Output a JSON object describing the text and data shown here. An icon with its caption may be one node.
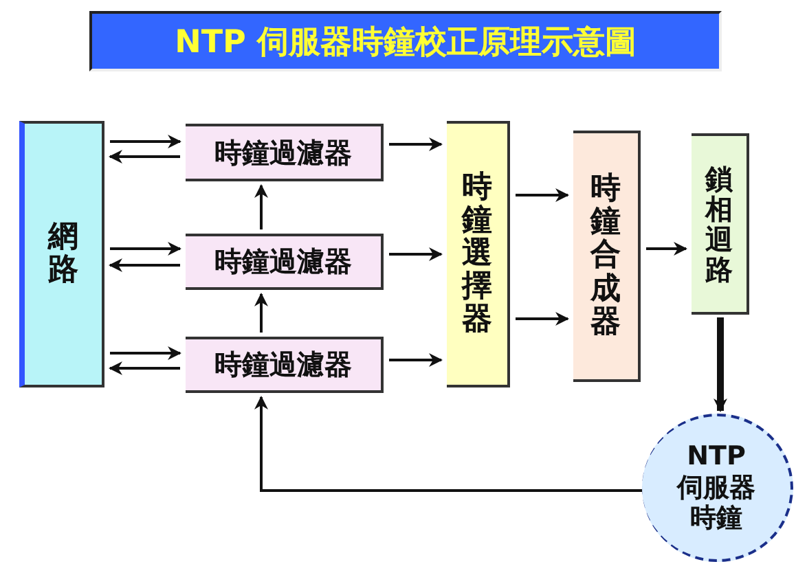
{
  "diagram": {
    "title": "NTP 伺服器時鐘校正原理示意圖",
    "nodes": [
      {
        "text": [
          "網路"
        ]
      },
      {
        "text": [
          "時鐘過濾器"
        ]
      },
      {
        "text": [
          "時鐘過濾器"
        ]
      },
      {
        "text": [
          "時鐘過濾器"
        ]
      },
      {
        "text": [
          "時鐘選擇器"
        ]
      },
      {
        "text": [
          "時鐘合成器"
        ]
      },
      {
        "text": [
          "鎖相迴路"
        ]
      },
      {
        "text": [
          "NTP 伺服器時鐘"
        ]
      }
    ],
    "edges": [
      {
        "from": 0,
        "to": 1,
        "arrow": "to"
      },
      {
        "from": 1,
        "to": 0,
        "arrow": "to"
      },
      {
        "from": 0,
        "to": 2,
        "arrow": "to"
      },
      {
        "from": 2,
        "to": 0,
        "arrow": "to"
      },
      {
        "from": 0,
        "to": 3,
        "arrow": "to"
      },
      {
        "from": 3,
        "to": 0,
        "arrow": "to"
      },
      {
        "from": 2,
        "to": 1,
        "arrow": "to"
      },
      {
        "from": 3,
        "to": 2,
        "arrow": "to"
      },
      {
        "from": 1,
        "to": 4,
        "arrow": "to"
      },
      {
        "from": 2,
        "to": 4,
        "arrow": "to"
      },
      {
        "from": 3,
        "to": 4,
        "arrow": "to"
      },
      {
        "from": 4,
        "to": 5,
        "arrow": "to"
      },
      {
        "from": 4,
        "to": 5,
        "arrow": "to"
      },
      {
        "from": 5,
        "to": 6,
        "arrow": "to"
      },
      {
        "from": 6,
        "to": 7,
        "arrow": "to",
        "style": "thick"
      },
      {
        "from": 7,
        "to": 3,
        "arrow": "to"
      }
    ]
  }
}
